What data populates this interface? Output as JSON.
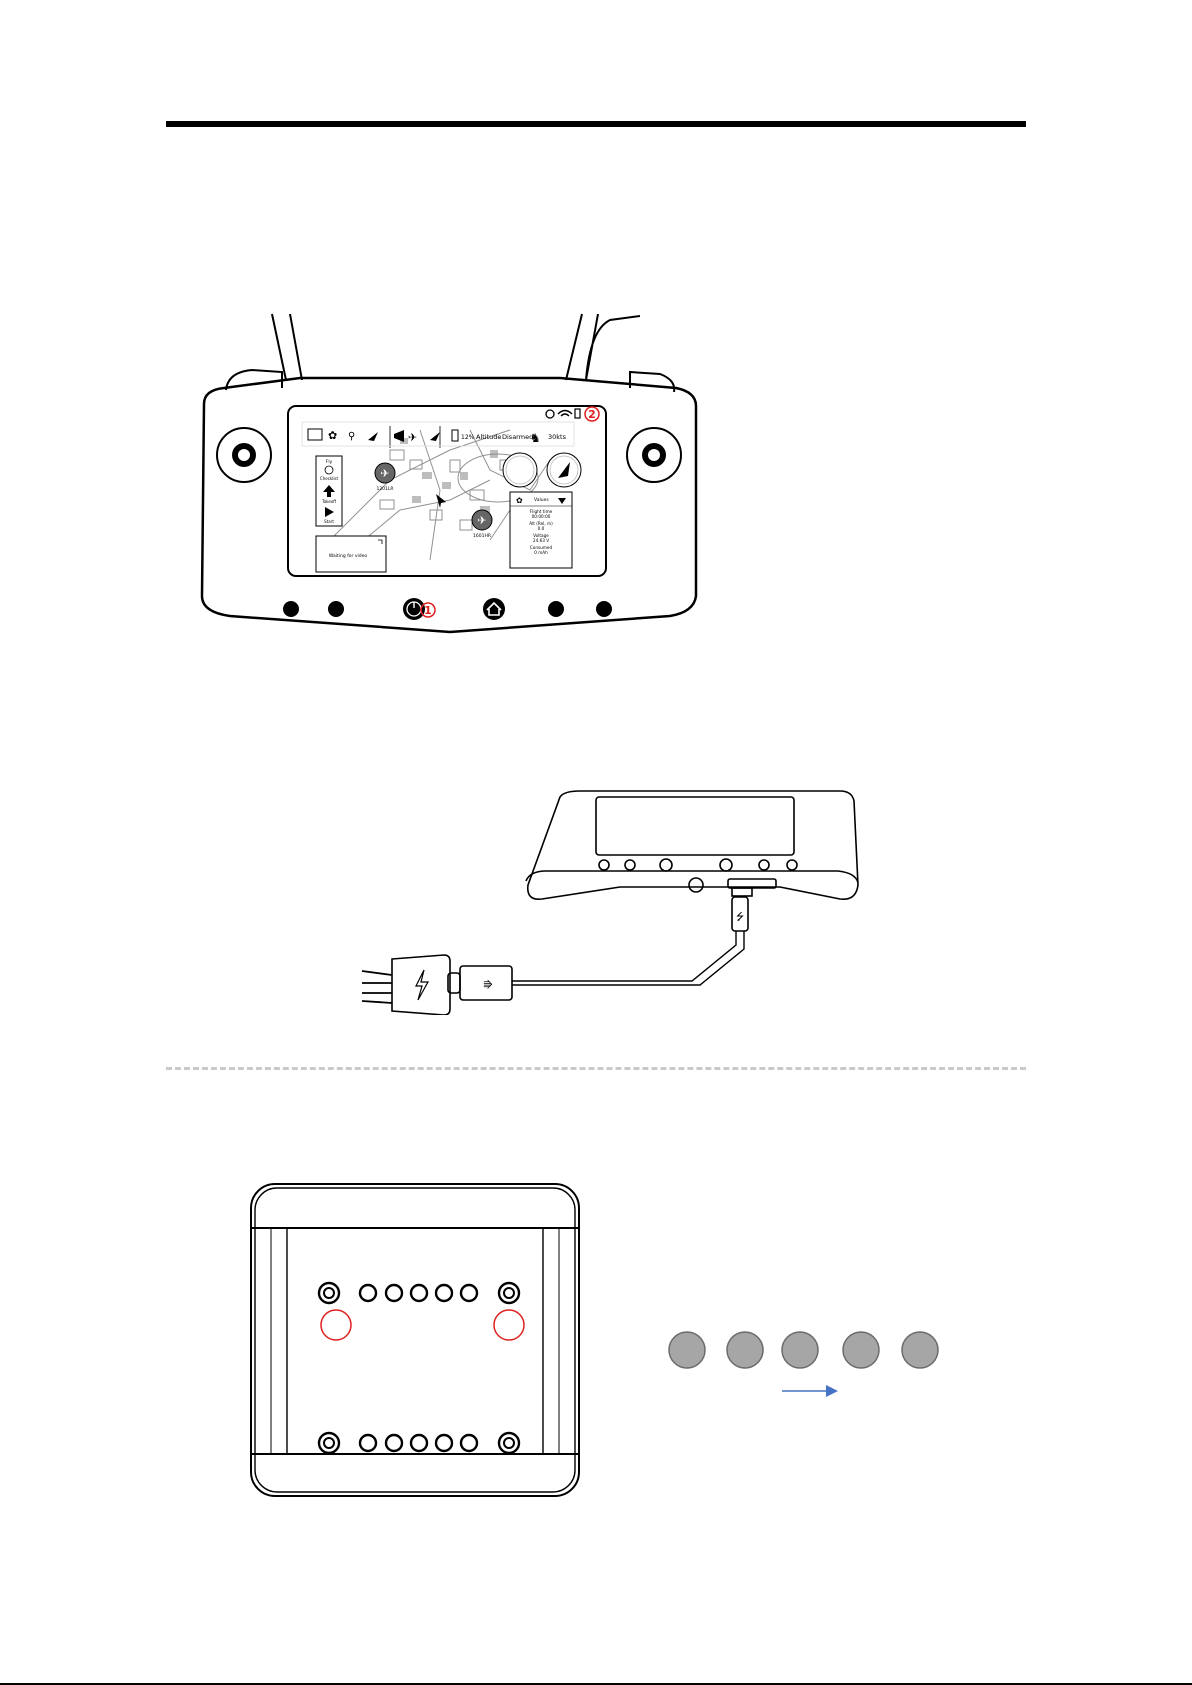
{
  "controller": {
    "callout_1": "①",
    "callout_2": "②",
    "screen": {
      "battery_pct": "12%",
      "altitude_label": "Altitude",
      "status": "Disarmed",
      "speed": "30kts",
      "panel": {
        "fly": "Fly",
        "checklist": "Checklist",
        "takeoff": "Takeoff",
        "start": "Start"
      },
      "drone_1_label": "1201LR",
      "drone_2_label": "1601HR",
      "video_text": "Waiting for video",
      "info": {
        "dropdown": "Values",
        "flight_time_label": "Flight time",
        "flight_time_value": "00:00:00",
        "alt_label": "Alt (Rel, m)",
        "alt_value": "0.0",
        "voltage_label": "Voltage",
        "voltage_value": "24.63 V",
        "consumed_label": "Consumed",
        "consumed_value": "0 mAh"
      }
    }
  },
  "led_status": {
    "dot_count": 5,
    "dot_color": "#a6a6a6",
    "arrow_color": "#4472c4",
    "highlight_color": "#e02020"
  }
}
